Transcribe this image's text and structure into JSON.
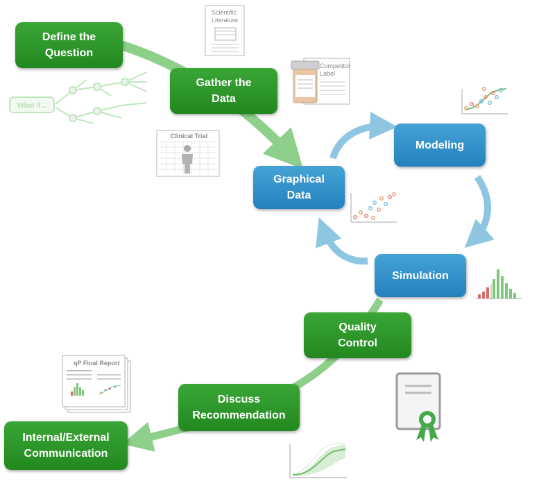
{
  "steps": {
    "define": {
      "line1": "Define the",
      "line2": "Question"
    },
    "gather": {
      "line1": "Gather the",
      "line2": "Data"
    },
    "graphical": {
      "line1": "Graphical",
      "line2": "Data"
    },
    "modeling": {
      "line1": "Modeling"
    },
    "simulation": {
      "line1": "Simulation"
    },
    "quality": {
      "line1": "Quality",
      "line2": "Control"
    },
    "discuss": {
      "line1": "Discuss",
      "line2": "Recommendation"
    },
    "communication": {
      "line1": "Internal/External",
      "line2": "Communication"
    }
  },
  "icons": {
    "literature": {
      "line1": "Scientific",
      "line2": "Literature"
    },
    "competitor": {
      "line1": "Competitor",
      "line2": "Label"
    },
    "clinical": {
      "title": "Clinical Trial"
    },
    "decision_tree": {
      "label": "What if..."
    },
    "report": {
      "title": "qP Final Report"
    }
  },
  "colors": {
    "green": "#2e9a2a",
    "blue": "#3392cc",
    "green_arrow": "#8ecf8a",
    "blue_arrow": "#8ec6e2"
  }
}
